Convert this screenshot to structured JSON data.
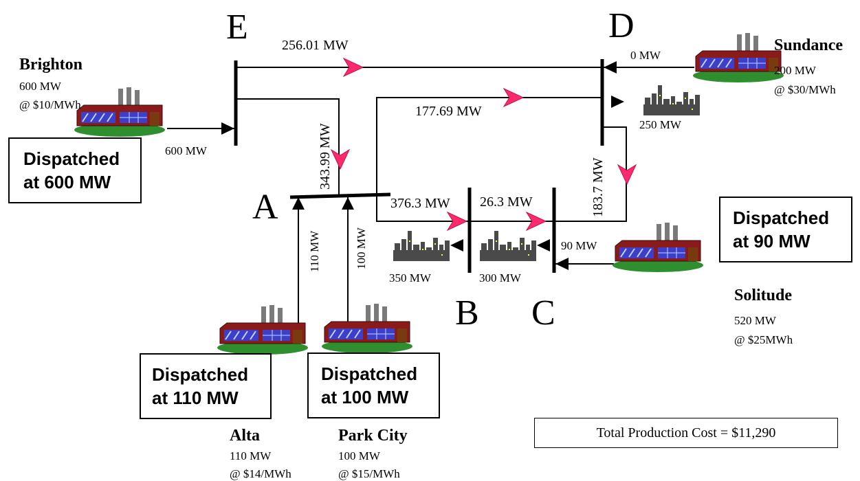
{
  "buses": {
    "A": "A",
    "B": "B",
    "C": "C",
    "D": "D",
    "E": "E"
  },
  "plants": {
    "brighton": {
      "name": "Brighton",
      "capacity": "600 MW",
      "price": "@ $10/MWh",
      "output": "600 MW"
    },
    "sundance": {
      "name": "Sundance",
      "capacity": "200 MW",
      "price": "@ $30/MWh",
      "output": "0 MW"
    },
    "solitude": {
      "name": "Solitude",
      "capacity": "520 MW",
      "price": "@ $25MWh",
      "output": "90 MW"
    },
    "alta": {
      "name": "Alta",
      "capacity": "110 MW",
      "price": "@ $14/MWh",
      "output": "110 MW"
    },
    "park_city": {
      "name": "Park City",
      "capacity": "100 MW",
      "price": "@ $15/MWh",
      "output": "100 MW"
    }
  },
  "loads": {
    "B": "350 MW",
    "C": "300 MW",
    "D": "250 MW"
  },
  "flows": {
    "E_D": "256.01 MW",
    "E_A": "343.99 MW",
    "A_D": "177.69 MW",
    "A_B": "376.3 MW",
    "B_C": "26.3 MW",
    "D_C": "183.7 MW"
  },
  "dispatch": {
    "brighton": [
      "Dispatched",
      "at 600 MW"
    ],
    "solitude": [
      "Dispatched",
      "at 90 MW"
    ],
    "alta": [
      "Dispatched",
      "at 110 MW"
    ],
    "park_city": [
      "Dispatched",
      "at 100 MW"
    ]
  },
  "total_cost": "Total Production Cost = $11,290",
  "colors": {
    "flow_arrow": "#ff2a6d",
    "plant_body": "#8b1a1a",
    "plant_windows": "#3b3fc9",
    "ground": "#2f8f2f",
    "city": "#4a4a4a"
  }
}
